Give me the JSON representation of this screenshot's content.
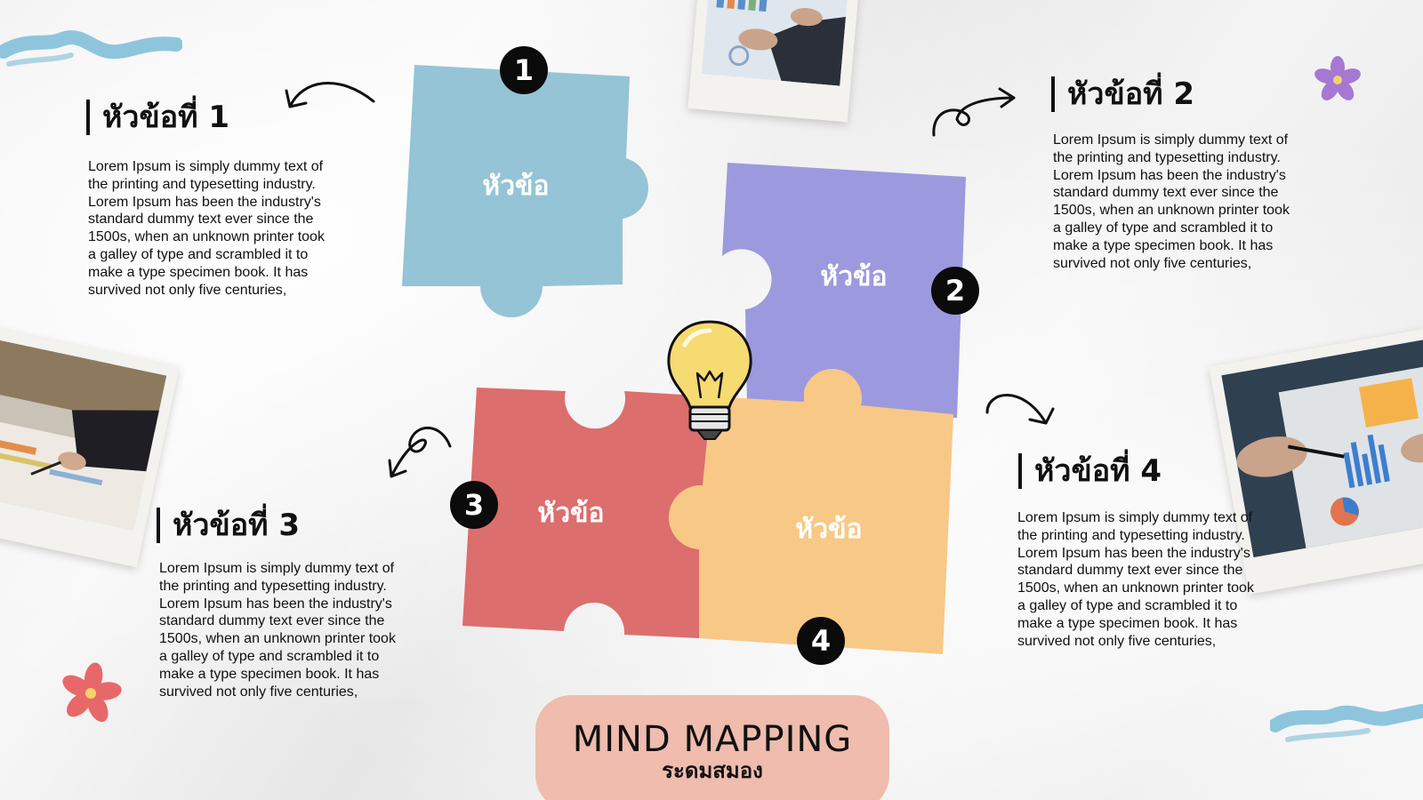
{
  "topics": [
    {
      "heading": "หัวข้อที่ 1",
      "body": "Lorem Ipsum is simply dummy text of the printing and typesetting industry. Lorem Ipsum has been the industry's standard dummy text ever since the 1500s, when an unknown printer took a galley of type and scrambled it to make a type specimen book. It has survived not only five centuries,"
    },
    {
      "heading": "หัวข้อที่ 2",
      "body": "Lorem Ipsum is simply dummy text of the printing and typesetting industry. Lorem Ipsum has been the industry's standard dummy text ever since the 1500s, when an unknown printer took a galley of type and scrambled it to make a type specimen book. It has survived not only five centuries,"
    },
    {
      "heading": "หัวข้อที่ 3",
      "body": "Lorem Ipsum is simply dummy text of the printing and typesetting industry. Lorem Ipsum has been the industry's standard dummy text ever since the 1500s, when an unknown printer took a galley of type and scrambled it to make a type specimen book. It has survived not only five centuries,"
    },
    {
      "heading": "หัวข้อที่ 4",
      "body": "Lorem Ipsum is simply dummy text of the printing and typesetting industry. Lorem Ipsum has been the industry's standard dummy text ever since the 1500s, when an unknown printer took a galley of type and scrambled it to make a type specimen book. It has survived not only five centuries,"
    }
  ],
  "pieces": [
    {
      "label": "หัวข้อ",
      "number": "1",
      "color": "#94c4d6"
    },
    {
      "label": "หัวข้อ",
      "number": "2",
      "color": "#9c99de"
    },
    {
      "label": "หัวข้อ",
      "number": "3",
      "color": "#dc6e6d"
    },
    {
      "label": "หัวข้อ",
      "number": "4",
      "color": "#f8c886"
    }
  ],
  "title": {
    "main": "MIND MAPPING",
    "sub": "ระดมสมอง"
  },
  "icons": [
    "lightbulb-icon",
    "arrow-icon",
    "flower-icon",
    "brush-stroke-icon",
    "photo-icon"
  ],
  "colors": {
    "title_box": "#efbcae",
    "brush_blue": "#8ec5dd",
    "flower_purple": "#a678d3",
    "flower_red": "#e8686a",
    "number_badge": "#0b0b0b"
  }
}
